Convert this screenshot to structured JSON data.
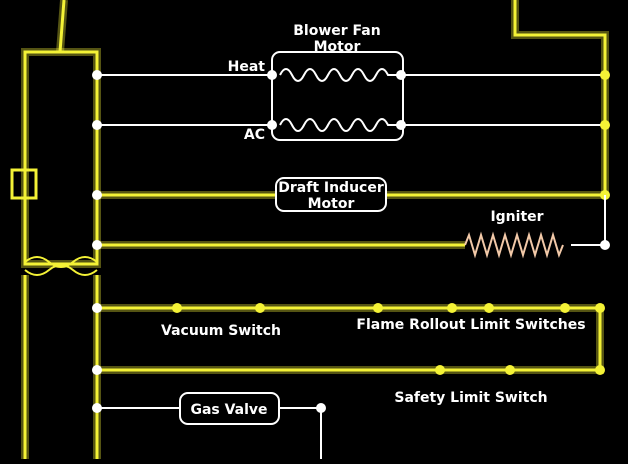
{
  "diagram": {
    "colors": {
      "energized": "#f4f236",
      "idle": "#ffffff",
      "background": "#000000"
    },
    "labels": {
      "blower_fan_line1": "Blower Fan",
      "blower_fan_line2": "Motor",
      "heat": "Heat",
      "ac": "AC",
      "draft_inducer_line1": "Draft Inducer",
      "draft_inducer_line2": "Motor",
      "igniter": "Igniter",
      "vacuum_switch": "Vacuum Switch",
      "flame_rollout": "Flame Rollout Limit Switches",
      "safety_limit": "Safety Limit Switch",
      "gas_valve": "Gas Valve"
    }
  }
}
